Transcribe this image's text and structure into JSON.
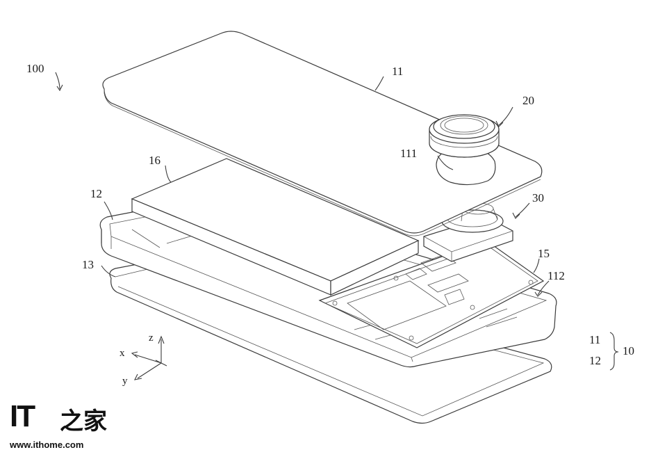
{
  "labels": {
    "device": "100",
    "cover": "11",
    "camera": "20",
    "hole": "111",
    "battery": "16",
    "frame": "12",
    "motor": "30",
    "back": "13",
    "board": "15",
    "board_hole": "112",
    "group_a": "11",
    "group_b": "12",
    "group_total": "10"
  },
  "axes": {
    "x": "x",
    "y": "y",
    "z": "z"
  },
  "watermark": {
    "brand": "IT",
    "brand_cn": "之家",
    "url": "www.ithome.com"
  }
}
